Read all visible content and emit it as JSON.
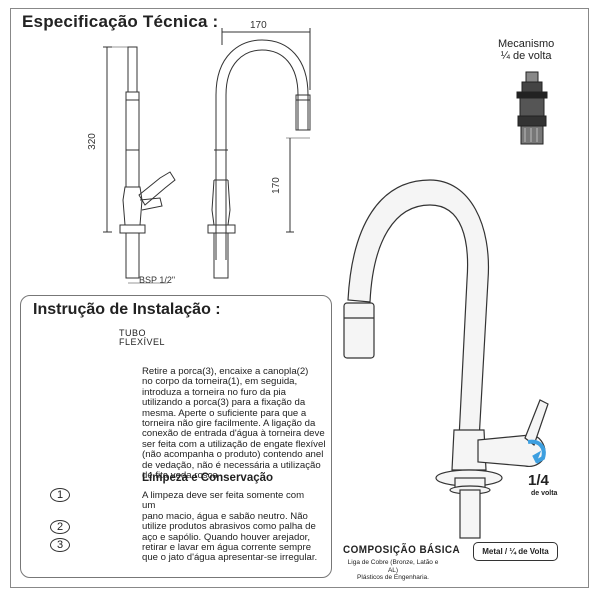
{
  "spec": {
    "title": "Especificação Técnica :",
    "dim_width": "170",
    "dim_height_total": "320",
    "dim_height_spout": "170",
    "thread_label": "BSP 1/2\""
  },
  "mechanism": {
    "line1": "Mecanismo",
    "line2": "¼ de volta"
  },
  "installation": {
    "title": "Instrução de Instalação :",
    "tube_label_line1": "TUBO",
    "tube_label_line2": "FLEXÍVEL",
    "paragraph": [
      "Retire a porca(3), encaixe a canopla(2)",
      "no corpo da torneira(1), em seguida,",
      "introduza a torneira no furo da pia",
      "utilizando a porca(3) para a fixação da",
      "mesma. Aperte o suficiente para que a",
      "torneira não gire facilmente. A ligação da",
      "conexão de entrada d'água à torneira deve",
      "ser feita com a utilização de engate flexível",
      "(não acompanha o produto) contendo anel",
      "de vedação, não é necessária a utilização",
      "de fita veda rosca"
    ],
    "parts": [
      "1",
      "2",
      "3"
    ]
  },
  "cleaning": {
    "title": "Limpeza e Conservação",
    "paragraph": [
      "A limpeza deve ser feita somente com",
      "um",
      "pano macio, água e sabão neutro. Não",
      "utilize produtos abrasivos como palha de",
      "aço e sapólio. Quando houver arejador,",
      "retirar e lavar em água corrente sempre",
      "que o jato d'água apresentar-se irregular."
    ]
  },
  "composition": {
    "title": "COMPOSIÇÃO BÁSICA",
    "line1": "Liga de Cobre (Bronze, Latão e AL)",
    "line2": "Plásticos de Engenharia."
  },
  "product": {
    "quarter": "1/4",
    "quarter_sub": "de volta",
    "badge": "Metal / ¼ de Volta"
  },
  "colors": {
    "accent_blue": "#3d9fe0",
    "line": "#333333",
    "metal_light": "#f4f4f4"
  }
}
